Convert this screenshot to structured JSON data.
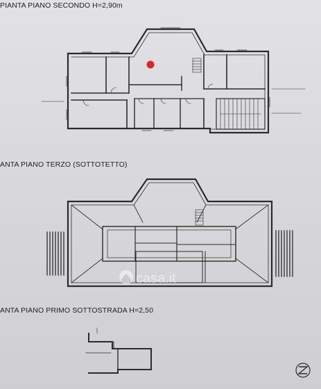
{
  "plans": {
    "second": {
      "title": "PIANTA PIANO SECONDO H=2,90m"
    },
    "third": {
      "title": "ANTA PIANO TERZO (SOTTOTETTO)"
    },
    "basement": {
      "title": "ANTA PIANO PRIMO SOTTOSTRADA H=2,50"
    }
  },
  "watermark": {
    "text": "casa.it"
  },
  "marker": {
    "color": "#e02424"
  },
  "colors": {
    "line": "#2b2b2b",
    "paper": "#dcdcde"
  }
}
